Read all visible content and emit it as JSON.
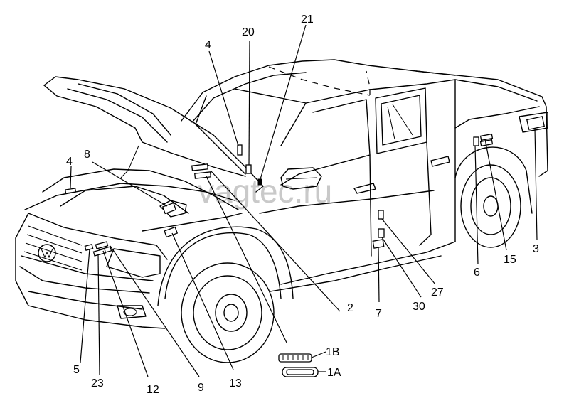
{
  "watermark": "vagtec.ru",
  "labels": {
    "n1A": "1A",
    "n1B": "1B",
    "n2": "2",
    "n3": "3",
    "n4a": "4",
    "n4b": "4",
    "n5": "5",
    "n6": "6",
    "n7": "7",
    "n8": "8",
    "n9": "9",
    "n12": "12",
    "n13": "13",
    "n15": "15",
    "n20": "20",
    "n21": "21",
    "n23": "23",
    "n27": "27",
    "n30": "30"
  }
}
